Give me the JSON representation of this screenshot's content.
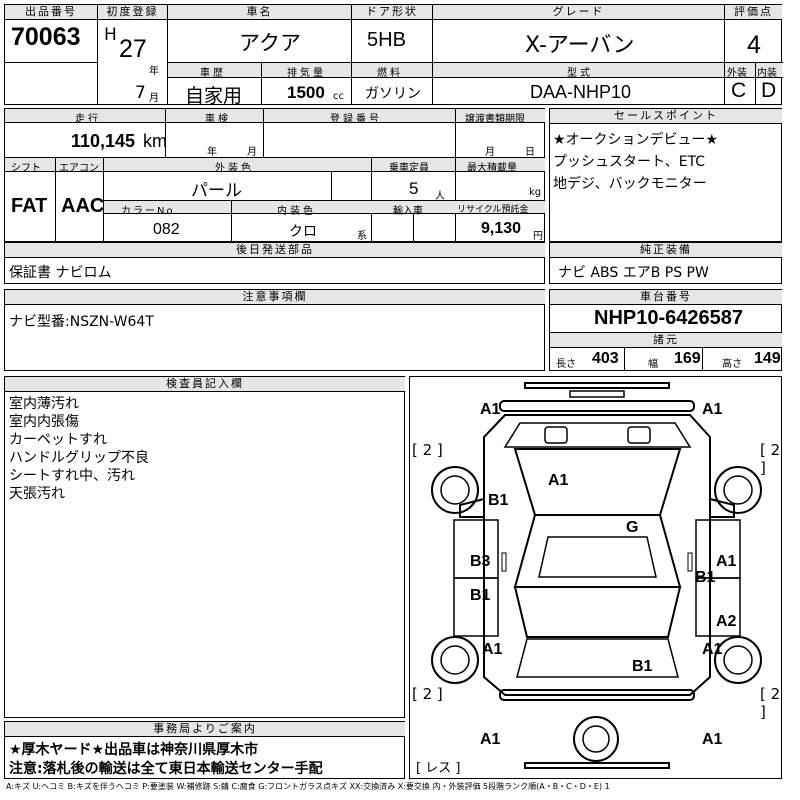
{
  "header": {
    "lot_label": "出品番号",
    "lot": "70063",
    "reg_label": "初度登録",
    "era": "H",
    "year": "27",
    "year_unit": "年",
    "month": "7",
    "month_unit": "月",
    "name_label": "車名",
    "name": "アクア",
    "door_label": "ドア形状",
    "door": "5HB",
    "grade_label": "グレード",
    "grade": "X-アーバン",
    "score_label": "評価点",
    "score": "4",
    "history_label": "車歴",
    "history": "自家用",
    "disp_label": "排気量",
    "disp": "1500",
    "disp_unit": "cc",
    "fuel_label": "燃料",
    "fuel": "ガソリン",
    "model_label": "型式",
    "model": "DAA-NHP10",
    "ext_label": "外装",
    "ext": "C",
    "int_label": "内装",
    "int": "D"
  },
  "row2": {
    "mileage_label": "走行",
    "mileage": "110,145",
    "mileage_unit": "km",
    "inspect_label": "車検",
    "inspect_year_unit": "年",
    "inspect_month_unit": "月",
    "reg_no_label": "登録番号",
    "transfer_label": "譲渡書類期限",
    "transfer_month_unit": "月",
    "transfer_day_unit": "日",
    "shift_label": "シフト",
    "shift": "FAT",
    "ac_label": "エアコン",
    "ac": "AAC",
    "color_label": "外装色",
    "color": "パール",
    "seats_label": "乗車定員",
    "seats": "5",
    "seats_unit": "人",
    "load_label": "最大積載量",
    "load_unit": "kg",
    "color_no_label": "カラーNo.",
    "color_no": "082",
    "int_color_label": "内装色",
    "int_color": "クロ",
    "int_color_unit": "系",
    "import_label": "輸入車",
    "recycle_label": "リサイクル預託金",
    "recycle": "9,130",
    "recycle_unit": "円"
  },
  "sales": {
    "label": "セールスポイント",
    "text": "★オークションデビュー★\nプッシュスタート、ETC\n地デジ、バックモニター"
  },
  "later": {
    "label": "後日発送部品",
    "text": "保証書 ナビロム"
  },
  "equip": {
    "label": "純正装備",
    "text": "ナビ ABS エアB PS PW"
  },
  "notes": {
    "label": "注意事項欄",
    "text": "ナビ型番:NSZN-W64T"
  },
  "chassis": {
    "label": "車台番号",
    "number": "NHP10-6426587",
    "spec_label": "諸元",
    "len_label": "長さ",
    "len": "403",
    "width_label": "幅",
    "width": "169",
    "height_label": "高さ",
    "height": "149"
  },
  "inspector": {
    "label": "検査員記入欄",
    "text": "室内薄汚れ\n室内内張傷\nカーペットすれ\nハンドルグリップ不良\nシートすれ中、汚れ\n天張汚れ"
  },
  "office": {
    "label": "事務局よりご案内",
    "line1": "★厚木ヤード★出品車は神奈川県厚木市",
    "line2": "注意:落札後の輸送は全て東日本輸送センター手配"
  },
  "diagram": {
    "labels": [
      "A1",
      "A1",
      "A1",
      "B1",
      "G",
      "B3",
      "A1",
      "B1",
      "B1",
      "A2",
      "A1",
      "A1",
      "B1",
      "A1",
      "A1"
    ],
    "brackets": [
      "[ 2 ]",
      "[ 2 ]",
      "[ 2 ]",
      "[ 2 ]",
      "[ レス ]"
    ]
  },
  "legend": "A:キズ U:ヘコミ B:キズを伴うヘコミ P:要塗装 W:補修跡 S:錆 C:腐食 G:フロントガラス点キズ XX:交換済み X:要交換 内・外装評価 5段階ランク順(A・B・C・D・E) 1"
}
